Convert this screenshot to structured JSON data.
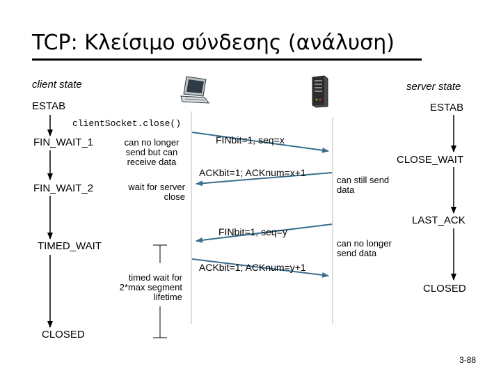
{
  "slide": {
    "title": "TCP: Κλείσιμο σύνδεσης (ανάλυση)",
    "page_number": "3-88"
  },
  "client": {
    "header": "client state",
    "icon": "laptop-icon",
    "states": {
      "estab": "ESTAB",
      "fin_wait_1": "FIN_WAIT_1",
      "fin_wait_2": "FIN_WAIT_2",
      "timed_wait": "TIMED_WAIT",
      "closed": "CLOSED"
    },
    "call": "clientSocket.close()",
    "notes": {
      "no_send": "can no longer send but can receive data",
      "wait_close": "wait for server close",
      "timed_wait": "timed wait for 2*max segment lifetime"
    }
  },
  "server": {
    "header": "server state",
    "icon": "server-tower-icon",
    "states": {
      "estab": "ESTAB",
      "close_wait": "CLOSE_WAIT",
      "last_ack": "LAST_ACK",
      "closed": "CLOSED"
    },
    "notes": {
      "can_send": "can still send data",
      "no_send": "can no longer send data"
    }
  },
  "messages": {
    "fin_x": "FINbit=1, seq=x",
    "ack_x": "ACKbit=1; ACKnum=x+1",
    "fin_y": "FINbit=1, seq=y",
    "ack_y": "ACKbit=1; ACKnum=y+1"
  },
  "colors": {
    "accent": "#3a6e8c"
  }
}
